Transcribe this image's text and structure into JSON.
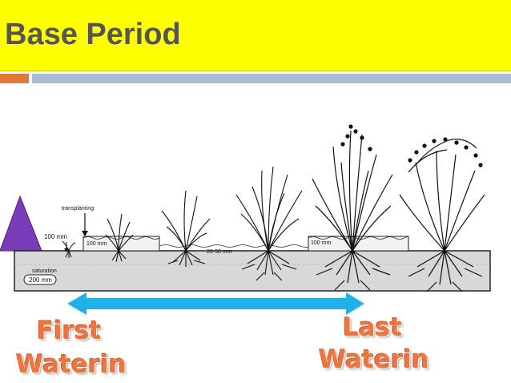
{
  "slide": {
    "title": "Base Period",
    "left_label_line1": "First",
    "left_label_line2": "Waterin",
    "right_label_line1": "Last",
    "right_label_line2": "Waterin"
  },
  "diagram": {
    "transplanting_label": "transplanting",
    "depth_left": "100 mm",
    "depth_box1": "100 mm",
    "depth_mid": "20-50 mm",
    "depth_box2": "100 mm",
    "saturation_label": "saturation",
    "saturation_value": "200 mm"
  },
  "colors": {
    "title_bg": "#ffff00",
    "arrow": "#1fb2ea",
    "label": "#ee7440",
    "triangle": "#7a3bb8"
  }
}
